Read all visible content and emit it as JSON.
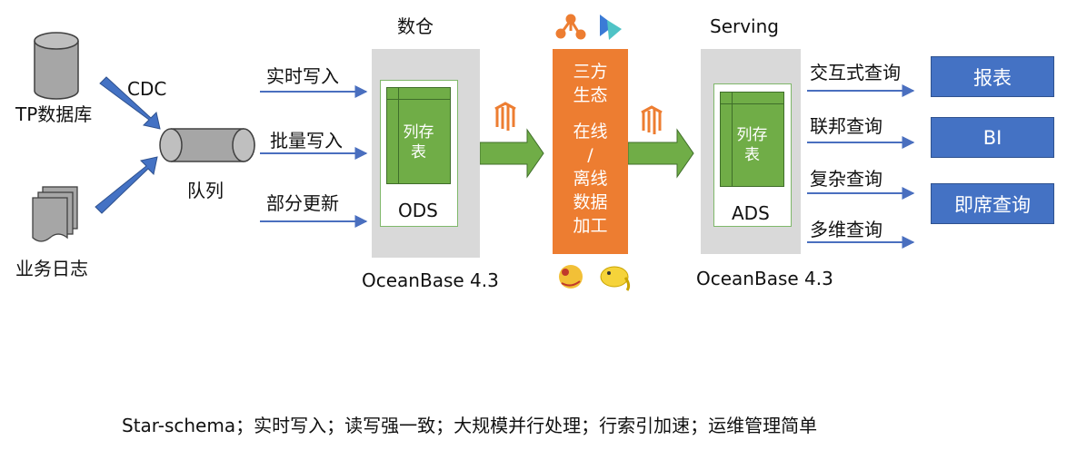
{
  "sources": {
    "tp_db": "TP数据库",
    "biz_log": "业务日志",
    "cdc": "CDC",
    "queue": "队列"
  },
  "ingest": {
    "realtime": "实时写入",
    "batch": "批量写入",
    "partial": "部分更新"
  },
  "warehouse": {
    "title": "数仓",
    "colstore_line1": "列存",
    "colstore_line2": "表",
    "layer": "ODS",
    "product": "OceanBase 4.3"
  },
  "processing": {
    "line1": "三方",
    "line2": "生态",
    "line3": "在线",
    "line4": "/",
    "line5": "离线",
    "line6": "数据",
    "line7": "加工"
  },
  "serving": {
    "title": "Serving",
    "colstore_line1": "列存",
    "colstore_line2": "表",
    "layer": "ADS",
    "product": "OceanBase 4.3"
  },
  "queries": {
    "interactive": "交互式查询",
    "federated": "联邦查询",
    "complex": "复杂查询",
    "multidim": "多维查询"
  },
  "outputs": {
    "report": "报表",
    "bi": "BI",
    "adhoc": "即席查询"
  },
  "footer": "Star-schema；实时写入；读写强一致；大规模并行处理；行索引加速；运维管理简单",
  "colors": {
    "green": "#70ad47",
    "orange": "#ed7d31",
    "blue": "#4472c4",
    "panel": "#d9d9d9",
    "arrow_blue": "#4a6fbf"
  },
  "icons": [
    "database-cylinder-icon",
    "documents-stack-icon",
    "queue-pipe-icon",
    "kafka-logo-icon",
    "graph-network-logo-icon",
    "flink-like-logo-icon",
    "squirrel-logo-icon",
    "hadoop-elephant-logo-icon"
  ]
}
